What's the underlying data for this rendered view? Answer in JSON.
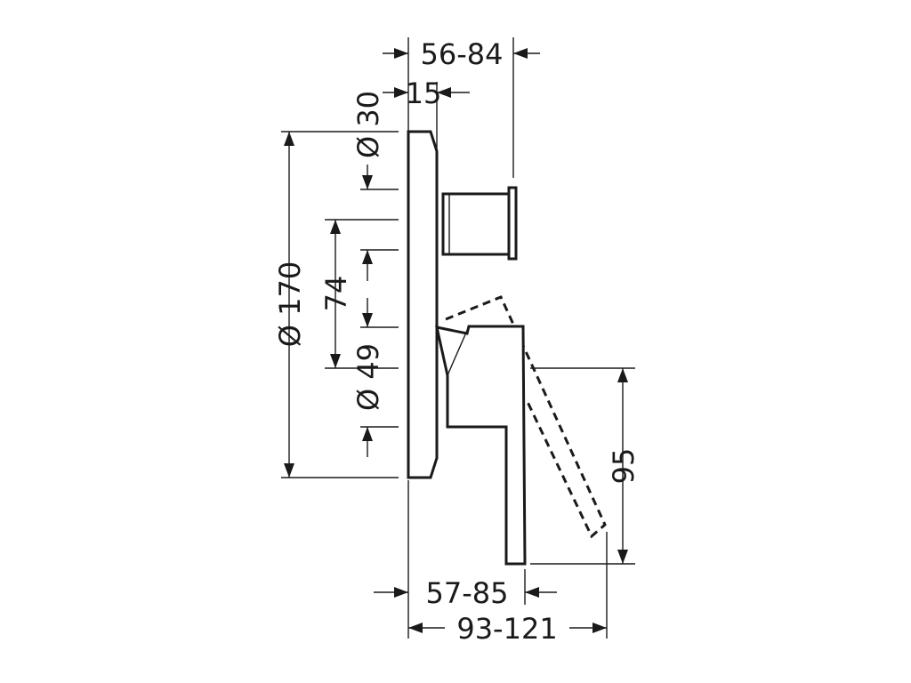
{
  "dimensions": {
    "top_width": "56-84",
    "top_offset": "15",
    "diameter_small": "Ø 30",
    "diameter_plate": "Ø 170",
    "height_center": "74",
    "diameter_mid": "Ø 49",
    "handle_height": "95",
    "bottom_depth": "57-85",
    "bottom_total": "93-121"
  }
}
